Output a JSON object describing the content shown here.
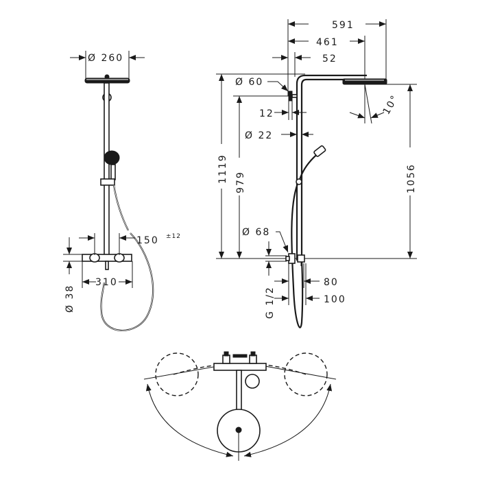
{
  "drawing": {
    "subject": "Shower system technical dimension drawing",
    "line_color": "#1a1a1a",
    "background": "#ffffff"
  },
  "front_view": {
    "overhead_diameter": "Ø 260",
    "thermostat_width": "310",
    "pipe_diameter": "Ø 38",
    "wall_offset": "150",
    "wall_offset_tolerance": "±12"
  },
  "side_view": {
    "arm_reach_total": "591",
    "arm_reach_mid": "461",
    "wall_to_riser": "52",
    "wall_bracket_diameter": "Ø 60",
    "bracket_thickness": "12",
    "riser_diameter": "Ø 22",
    "total_height": "1119",
    "bracket_height": "979",
    "head_height": "1056",
    "tilt_angle": "10°",
    "inlet_diameter": "Ø 68",
    "inlet_thread": "G 1/2",
    "inlet_depth_80": "80",
    "inlet_depth_100": "100"
  },
  "top_view": {
    "description": "Swivel range of overhead shower arm"
  }
}
